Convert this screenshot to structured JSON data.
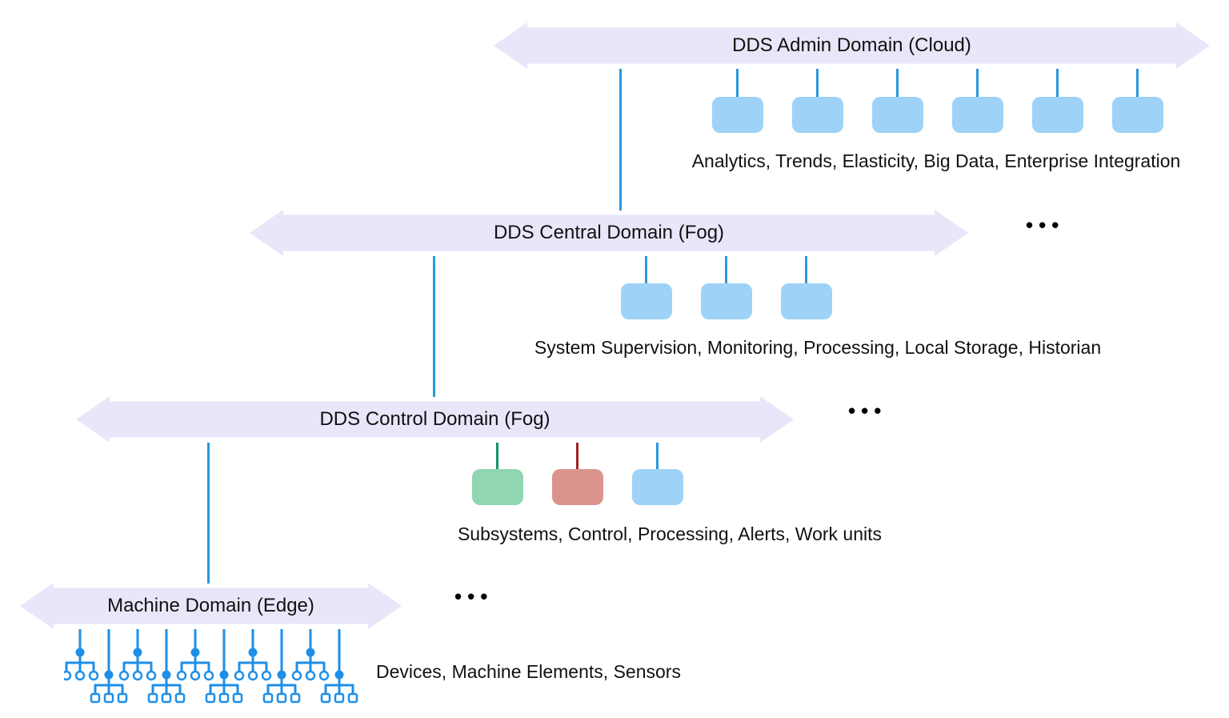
{
  "ellipsis": "•••",
  "colors": {
    "arrow_fill": "#E9E6F9",
    "module_blue": "#9ED2F6",
    "module_green": "#90D6B1",
    "module_red": "#DA948D",
    "connector_blue": "#2699DE",
    "connector_green": "#0A9663",
    "connector_red": "#A32121",
    "device_tree_blue": "#1E8FE8",
    "text": "#111111"
  },
  "domains": [
    {
      "label": "DDS Admin Domain (Cloud)",
      "caption": "Analytics, Trends, Elasticity, Big Data, Enterprise Integration",
      "module_count": 6,
      "module_colors": [
        "blue",
        "blue",
        "blue",
        "blue",
        "blue",
        "blue"
      ],
      "has_ellipsis": false
    },
    {
      "label": "DDS Central Domain (Fog)",
      "caption": "System Supervision, Monitoring, Processing, Local Storage, Historian",
      "module_count": 3,
      "module_colors": [
        "blue",
        "blue",
        "blue"
      ],
      "has_ellipsis": true
    },
    {
      "label": "DDS Control Domain (Fog)",
      "caption": "Subsystems, Control, Processing, Alerts, Work units",
      "module_count": 3,
      "module_colors": [
        "green",
        "red",
        "blue"
      ],
      "has_ellipsis": true
    },
    {
      "label": "Machine Domain (Edge)",
      "caption": "Devices, Machine Elements, Sensors",
      "device_tree_count": 10,
      "has_ellipsis": true
    }
  ]
}
